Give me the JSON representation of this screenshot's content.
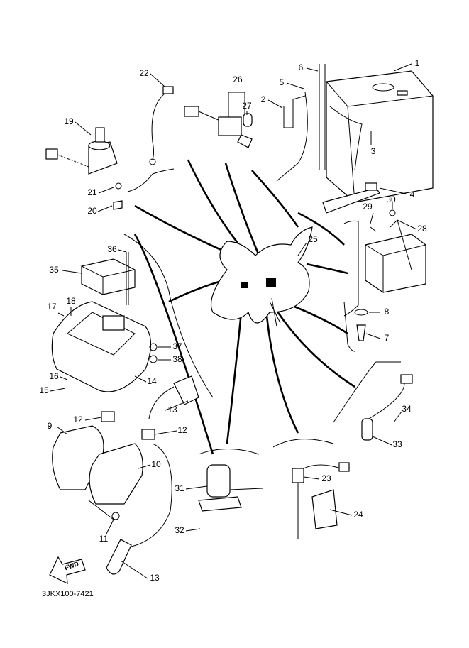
{
  "diagram_code": "3JKX100-7421",
  "fwd_arrow_label": "FWD",
  "callouts": [
    "1",
    "2",
    "3",
    "4",
    "5",
    "6",
    "22",
    "26",
    "27",
    "19",
    "21",
    "20",
    "29",
    "30",
    "28",
    "25",
    "36",
    "35",
    "18",
    "17",
    "37",
    "38",
    "16",
    "15",
    "14",
    "8",
    "7",
    "13",
    "12",
    "12",
    "9",
    "10",
    "34",
    "33",
    "23",
    "31",
    "24",
    "32",
    "11",
    "13"
  ]
}
